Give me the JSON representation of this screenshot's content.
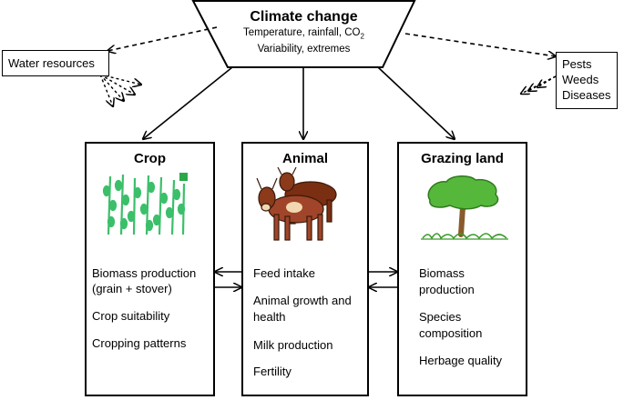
{
  "top": {
    "title": "Climate change",
    "line1_prefix": "Temperature,  rainfall, CO",
    "line1_subscript": "2",
    "line2": "Variability, extremes"
  },
  "side_left": {
    "label": "Water resources"
  },
  "side_right": {
    "lines": [
      "Pests",
      "Weeds",
      "Diseases"
    ]
  },
  "boxes": {
    "crop": {
      "title": "Crop",
      "items": [
        "Biomass production",
        "(grain + stover)",
        "Crop suitability",
        "Cropping patterns"
      ]
    },
    "animal": {
      "title": "Animal",
      "items": [
        "Feed intake",
        "Animal growth and",
        "health",
        "Milk production",
        "Fertility"
      ]
    },
    "grazing": {
      "title": "Grazing land",
      "items": [
        "Biomass",
        "production",
        "Species",
        "composition",
        "Herbage quality"
      ]
    }
  },
  "colors": {
    "line": "#000000",
    "crop_green": "#3cbf6a",
    "tree_green": "#55b83a",
    "trunk": "#8a5a2b",
    "cattle_brown": "#8b3a1a"
  },
  "icons": [
    "crop-plants-icon",
    "cattle-icon",
    "tree-icon"
  ]
}
